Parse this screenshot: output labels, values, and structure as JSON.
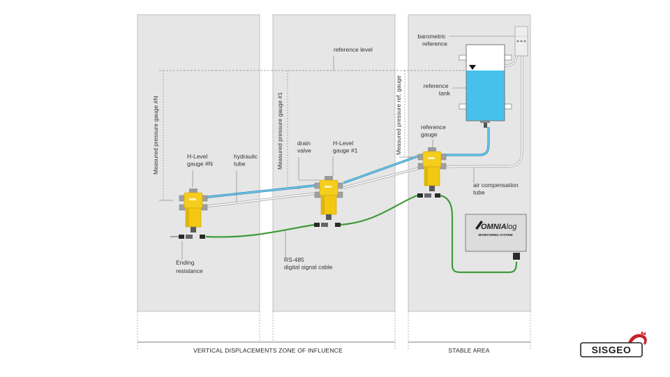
{
  "labels": {
    "barometric_reference": [
      "barometric",
      "reference"
    ],
    "reference_level": "reference level",
    "reference_tank": [
      "reference",
      "tank"
    ],
    "reference_gauge": [
      "reference",
      "gauge"
    ],
    "measured_gauge_n": "Measured pressure gauge #N",
    "measured_gauge_1": "Measured pressure gauge #1",
    "measured_ref_gauge": "Measured pressure ref. gauge",
    "h_level_n": [
      "H-Level",
      "gauge #N"
    ],
    "hydraulic_tube": [
      "hydraulic",
      "tube"
    ],
    "drain_valve": [
      "drain",
      "valve"
    ],
    "h_level_1": [
      "H-Level",
      "gauge #1"
    ],
    "air_compensation_tube": [
      "air compensation",
      "tube"
    ],
    "ending_resistance": [
      "Ending",
      "resistance"
    ],
    "rs485": [
      "RS-485",
      "digital signal cable"
    ]
  },
  "monitoring": {
    "brand_prefix": "OMNIA",
    "brand_suffix": "log",
    "subtitle": "MONITORING SYSTEM"
  },
  "zones": {
    "vertical": "VERTICAL DISPLACEMENTS ZONE OF INFLUENCE",
    "stable": "STABLE AREA"
  },
  "logo": "SISGEO",
  "colors": {
    "panel": "#e6e6e6",
    "hydraulic": "#4fb6df",
    "signal_cable": "#3f9a3a",
    "tank_water": "#45c1ec",
    "gauge_body": "#f2c813",
    "logo_red": "#c9202a"
  }
}
